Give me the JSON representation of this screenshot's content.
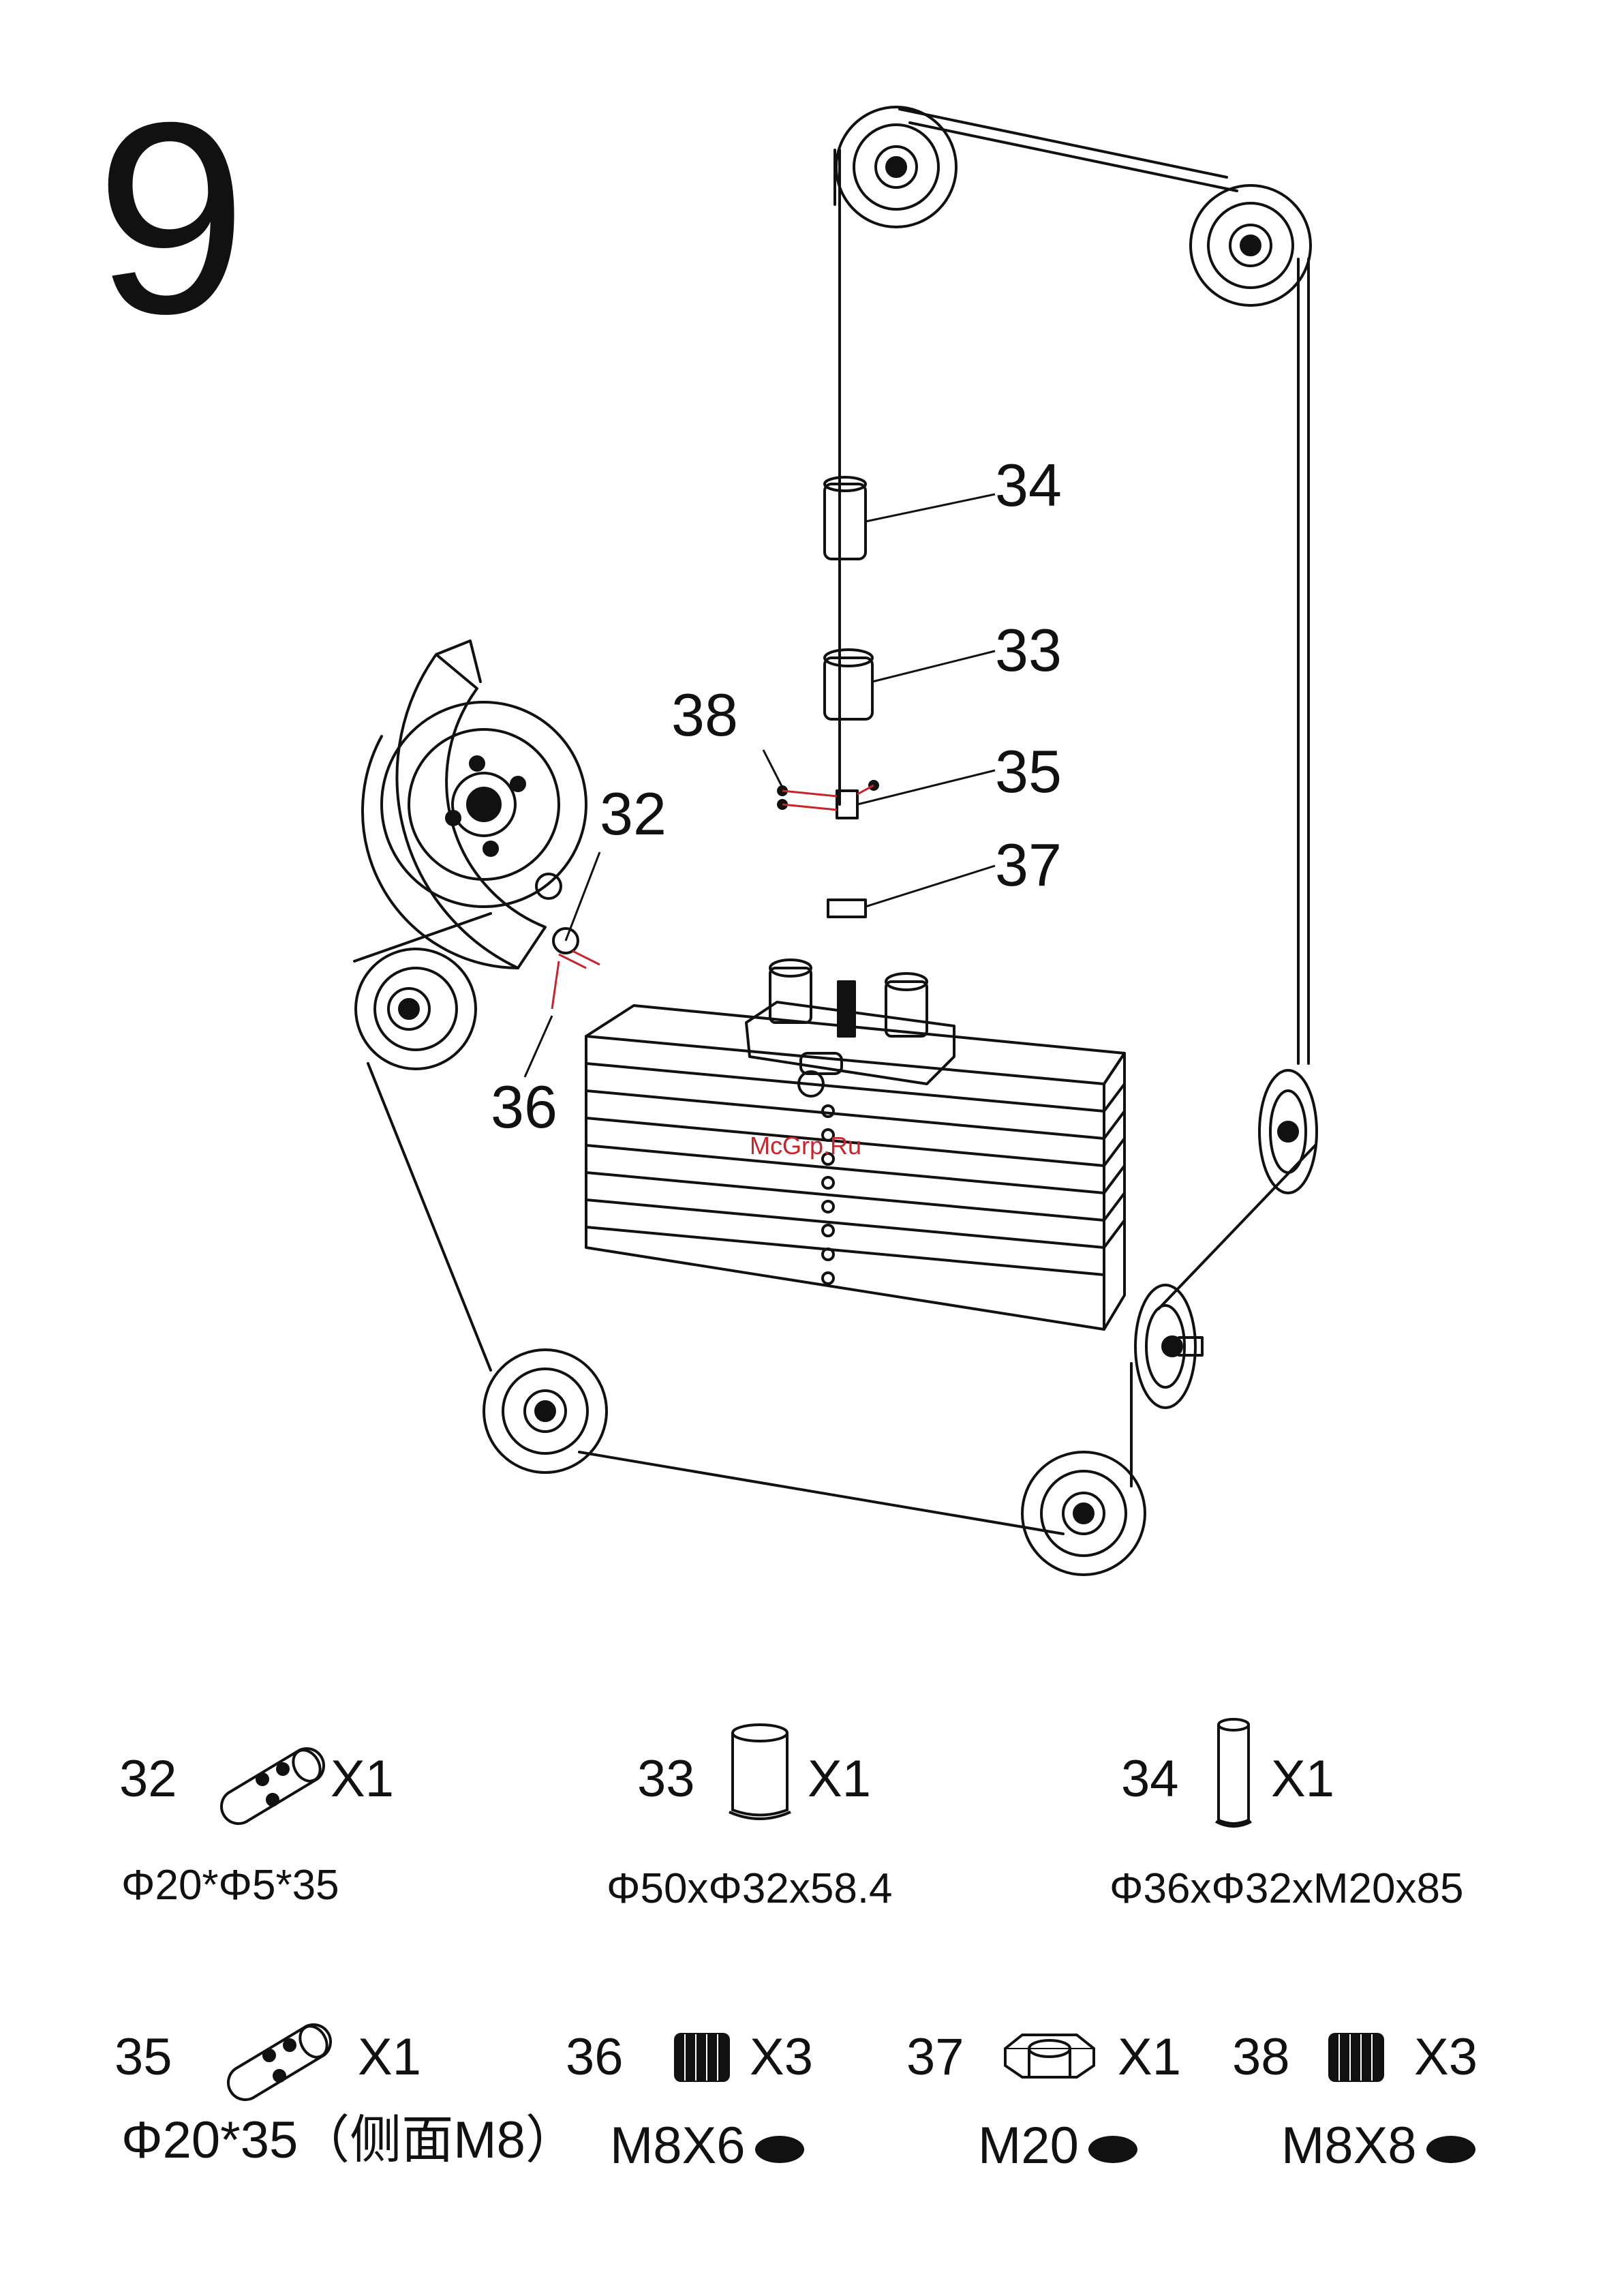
{
  "step": {
    "number": "9"
  },
  "callouts": {
    "c34": "34",
    "c33": "33",
    "c38": "38",
    "c35": "35",
    "c32": "32",
    "c37": "37",
    "c36": "36"
  },
  "watermark": "McGrp.Ru",
  "parts": [
    {
      "number": "32",
      "icon": "pin-icon",
      "qty": "X1",
      "spec": "Φ20*Φ5*35"
    },
    {
      "number": "33",
      "icon": "bushing-icon",
      "qty": "X1",
      "spec": "Φ50xΦ32x58.4"
    },
    {
      "number": "34",
      "icon": "sleeve-icon",
      "qty": "X1",
      "spec": "Φ36xΦ32xM20x85"
    },
    {
      "number": "35",
      "icon": "pin-icon",
      "qty": "X1",
      "spec": "Φ20*35（侧面M8）"
    },
    {
      "number": "36",
      "icon": "set-screw-icon",
      "qty": "X3",
      "spec": "M8X6"
    },
    {
      "number": "37",
      "icon": "hex-nut-icon",
      "qty": "X1",
      "spec": "M20"
    },
    {
      "number": "38",
      "icon": "set-screw-icon",
      "qty": "X3",
      "spec": "M8X8"
    }
  ]
}
